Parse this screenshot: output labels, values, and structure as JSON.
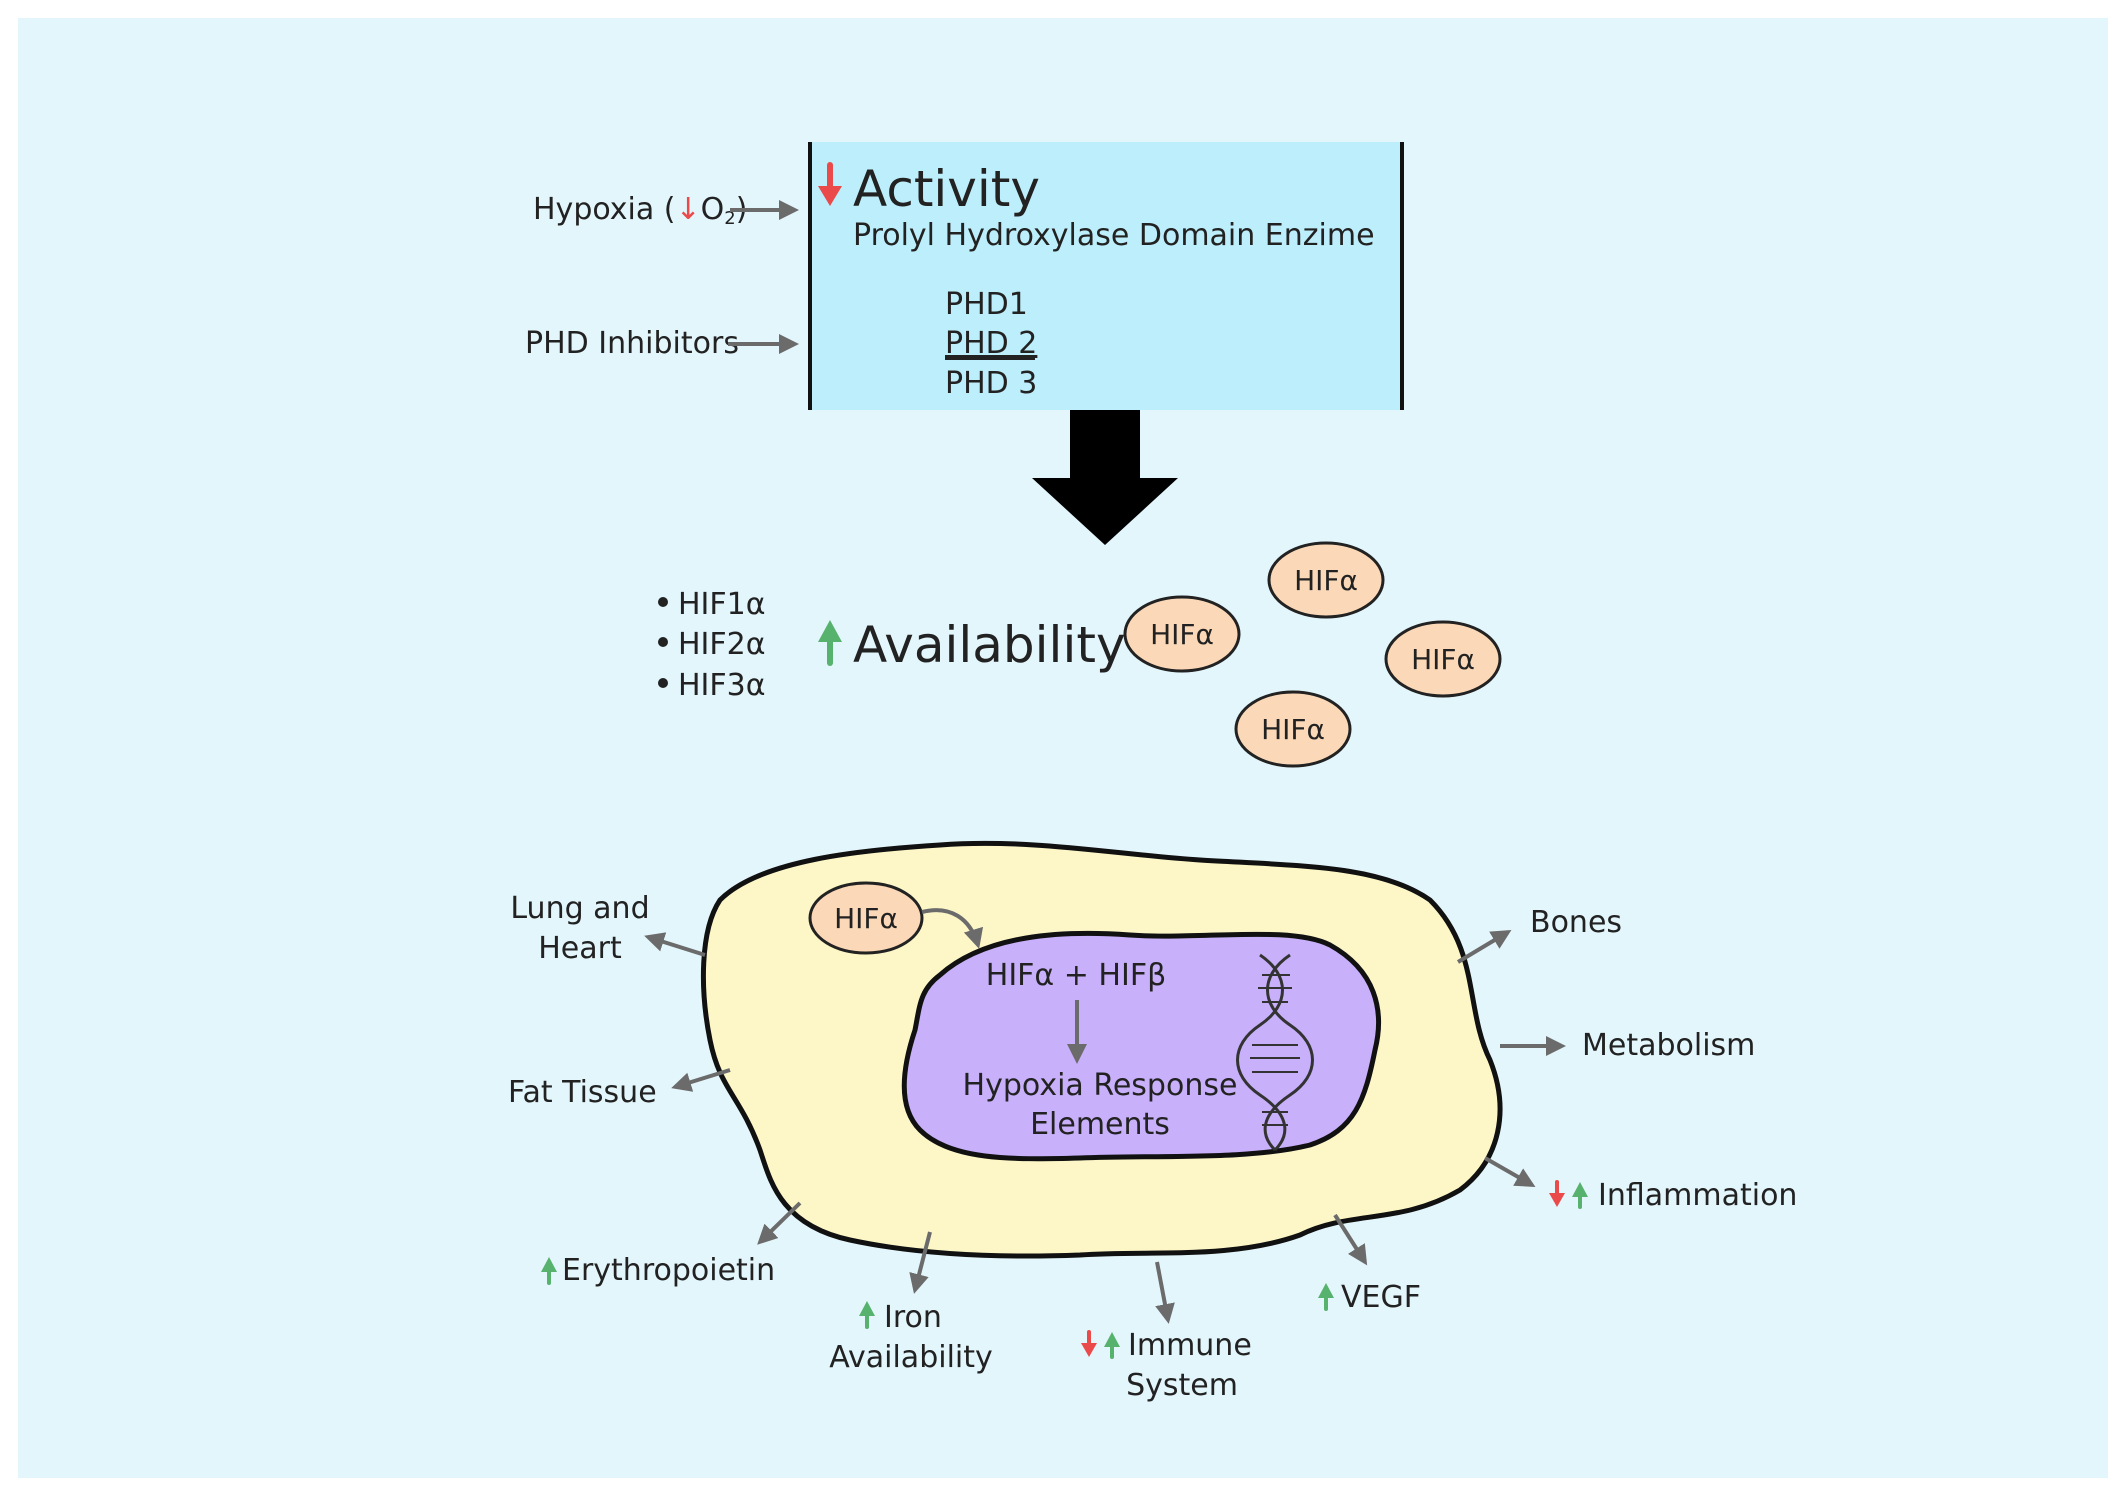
{
  "colors": {
    "background": "#e3f6fc",
    "phd_box": "#bdeefb",
    "cell": "#fdf7c8",
    "nucleus": "#c8b0fa",
    "hif_bubble": "#fbd9b8",
    "arrow_gray": "#6b6b6b",
    "up_green": "#57b26e",
    "down_red": "#ea4a4a"
  },
  "inputs": {
    "hypoxia": "Hypoxia (",
    "o2": "O",
    "o2_sub": "2",
    "hypoxia_close": ")",
    "phd_inhibitors": "PHD Inhibitors"
  },
  "phd_box": {
    "activity": "Activity",
    "enzyme": "Prolyl Hydroxylase Domain Enzime",
    "isoforms": [
      "PHD1",
      "PHD 2",
      "PHD 3"
    ]
  },
  "availability": {
    "label": "Availability",
    "isoforms": [
      "HIF1α",
      "HIF2α",
      "HIF3α"
    ],
    "bubbles": [
      "HIFα",
      "HIFα",
      "HIFα",
      "HIFα"
    ]
  },
  "cell": {
    "hif_alpha": "HIFα",
    "complex": "HIFα + HIFβ",
    "hre_line1": "Hypoxia Response",
    "hre_line2": "Elements"
  },
  "effects": {
    "lung_heart": [
      "Lung and",
      "Heart"
    ],
    "fat_tissue": "Fat Tissue",
    "erythropoietin": "Erythropoietin",
    "iron": [
      "Iron",
      "Availability"
    ],
    "immune": [
      "Immune",
      "System"
    ],
    "vegf": "VEGF",
    "inflammation": "Inflammation",
    "metabolism": "Metabolism",
    "bones": "Bones"
  },
  "icons": [
    "red-down-arrow-icon",
    "green-up-arrow-icon",
    "dna-helix-icon",
    "big-black-arrow-icon"
  ]
}
